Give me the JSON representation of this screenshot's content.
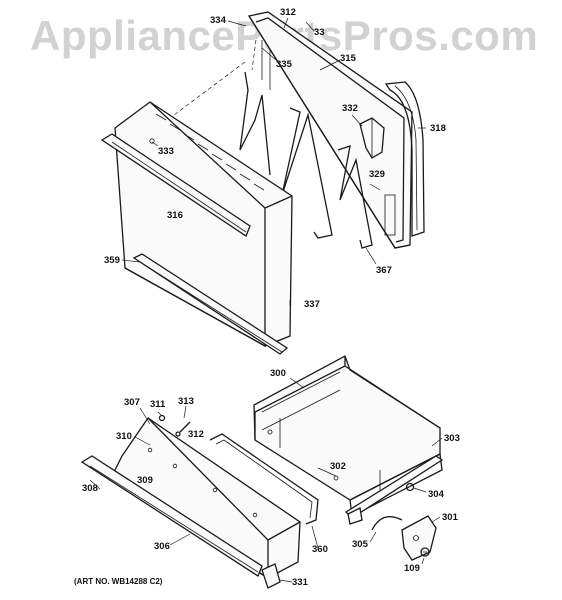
{
  "watermark": "AppliancePartsPros.com",
  "art_number": "(ART NO. WB14288 C2)",
  "callouts": {
    "c334": "334",
    "c312_top": "312",
    "c33": "33",
    "c335": "335",
    "c315": "315",
    "c332": "332",
    "c318": "318",
    "c333": "333",
    "c316": "316",
    "c329": "329",
    "c359": "359",
    "c367": "367",
    "c337": "337",
    "c300": "300",
    "c307": "307",
    "c311": "311",
    "c313": "313",
    "c312_low": "312",
    "c310": "310",
    "c303": "303",
    "c308": "308",
    "c309": "309",
    "c302": "302",
    "c304": "304",
    "c306": "306",
    "c301": "301",
    "c360": "360",
    "c305": "305",
    "c109": "109",
    "c331": "331"
  }
}
